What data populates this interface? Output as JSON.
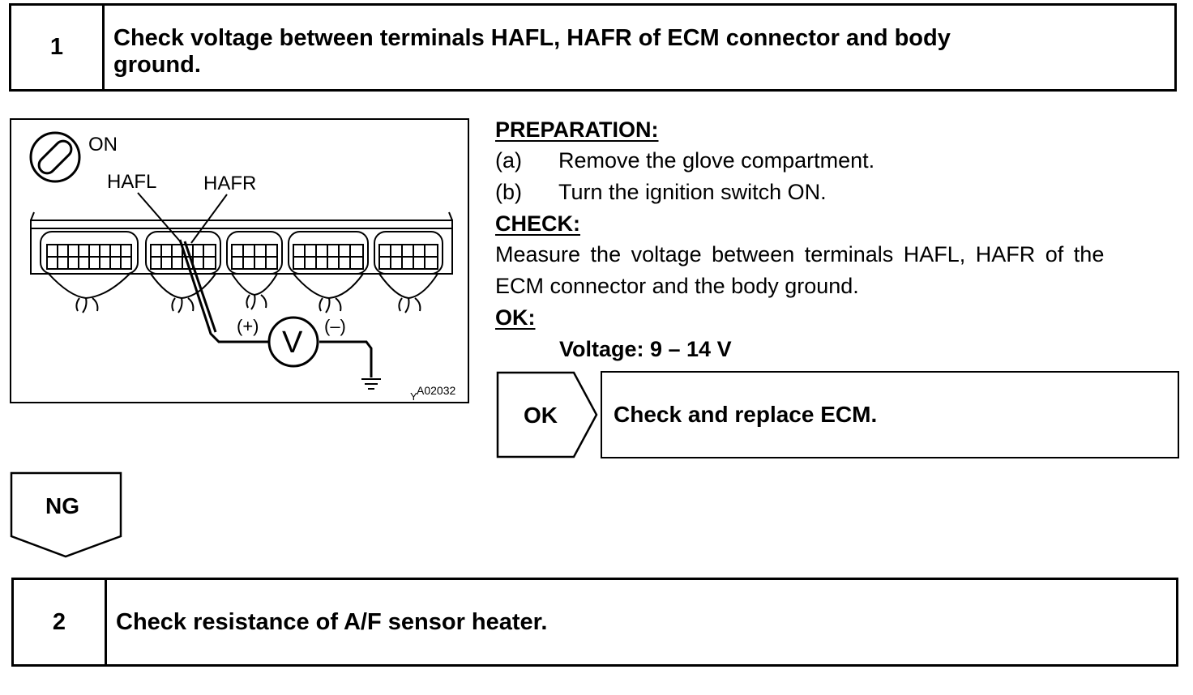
{
  "step1": {
    "number": "1",
    "title_line1": "Check voltage between terminals HAFL, HAFR of ECM connector and body",
    "title_line2": "ground."
  },
  "figure": {
    "ignition_label": "ON",
    "terminal_left": "HAFL",
    "terminal_right": "HAFR",
    "meter_symbol": "V",
    "positive_label": "(+)",
    "negative_label": "(–)",
    "figure_code": "A02032",
    "figure_code_prefix": "Y"
  },
  "procedure": {
    "preparation_heading": "PREPARATION:",
    "steps": [
      {
        "marker": "(a)",
        "text": "Remove the glove compartment."
      },
      {
        "marker": "(b)",
        "text": "Turn the ignition switch ON."
      }
    ],
    "check_heading": "CHECK:",
    "check_line1": "Measure the voltage between terminals HAFL, HAFR of the",
    "check_line2": "ECM connector and the body ground.",
    "ok_heading": "OK:",
    "ok_spec": "Voltage: 9 – 14 V"
  },
  "ok_result": {
    "label": "OK",
    "action": "Check and replace ECM."
  },
  "ng_result": {
    "label": "NG"
  },
  "step2": {
    "number": "2",
    "title": "Check resistance of A/F sensor heater."
  }
}
